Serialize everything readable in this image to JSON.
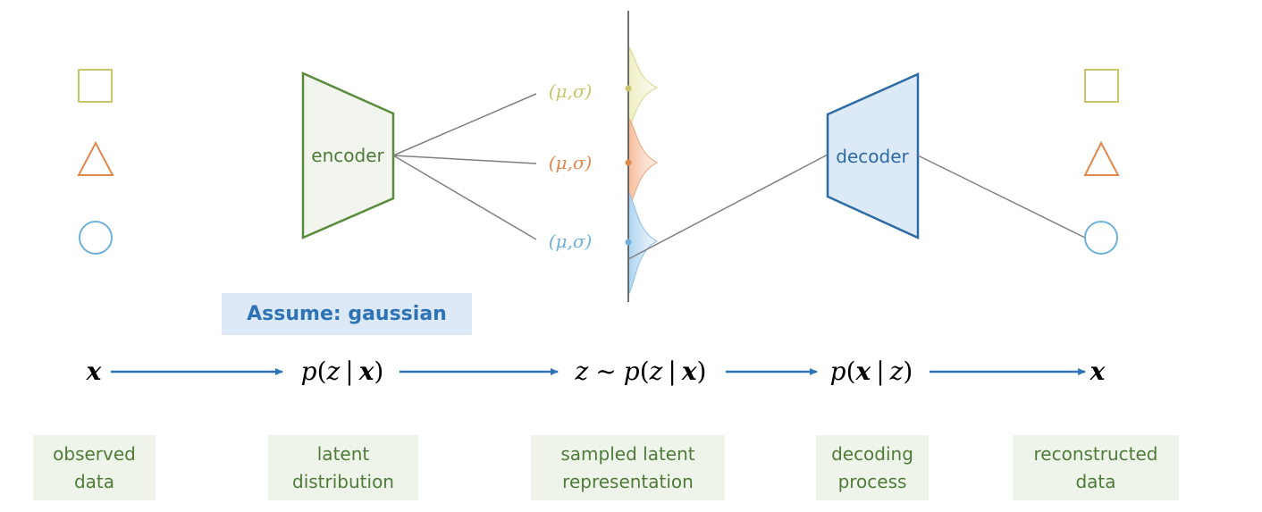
{
  "blocks": {
    "encoder_label": "encoder",
    "decoder_label": "decoder"
  },
  "params": {
    "top": "(μ,σ)",
    "mid": "(μ,σ)",
    "bot": "(μ,σ)"
  },
  "assumption": "Assume: gaussian",
  "pipeline": {
    "input": "x",
    "latent_dist": {
      "p": "p",
      "open": "(",
      "z": "z",
      "bar": "|",
      "x": "x",
      "close": ")"
    },
    "sampled": {
      "z": "z",
      "sim": "~",
      "p": "p",
      "open": "(",
      "z2": "z",
      "bar": "|",
      "x": "x",
      "close": ")"
    },
    "decode": {
      "p": "p",
      "open": "(",
      "x": "x",
      "bar": "|",
      "z": "z",
      "close": ")"
    },
    "output": "x"
  },
  "captions": [
    {
      "line1": "observed",
      "line2": "data"
    },
    {
      "line1": "latent",
      "line2": "distribution"
    },
    {
      "line1": "sampled latent",
      "line2": "representation"
    },
    {
      "line1": "decoding",
      "line2": "process"
    },
    {
      "line1": "reconstructed",
      "line2": "data"
    }
  ],
  "colors": {
    "square": "#c9c56a",
    "triangle": "#e0894e",
    "circle": "#6fb1db",
    "encoder_stroke": "#5a8a3c",
    "encoder_fill": "#f2f5ee",
    "decoder_stroke": "#2e6aa3",
    "decoder_fill": "#dce9f7",
    "arrow": "#2f75b5"
  }
}
